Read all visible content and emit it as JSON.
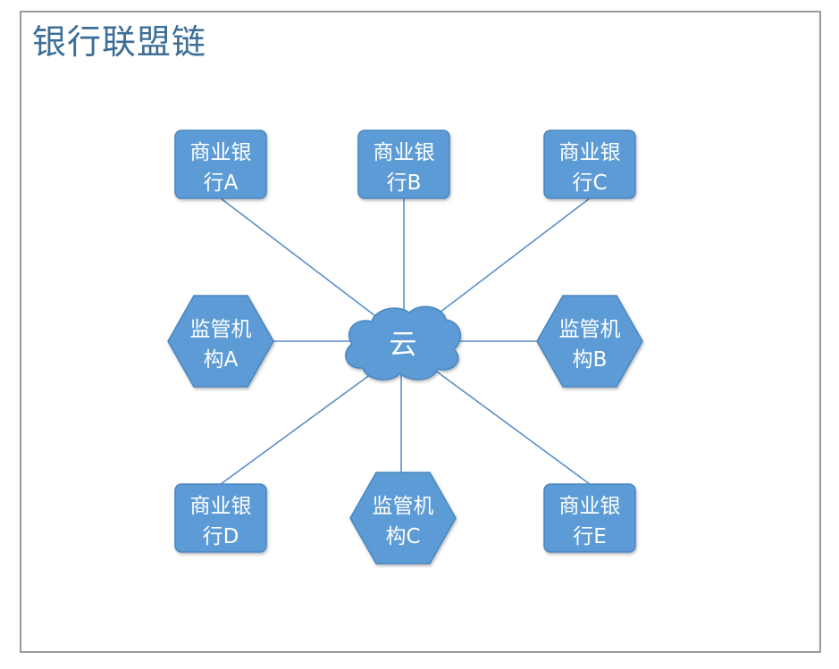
{
  "title": "银行联盟链",
  "center": {
    "label": "云"
  },
  "nodes": [
    {
      "id": "bank-a",
      "shape": "rect",
      "line1": "商业银",
      "line2": "行A"
    },
    {
      "id": "bank-b",
      "shape": "rect",
      "line1": "商业银",
      "line2": "行B"
    },
    {
      "id": "bank-c",
      "shape": "rect",
      "line1": "商业银",
      "line2": "行C"
    },
    {
      "id": "regulator-a",
      "shape": "hexagon",
      "line1": "监管机",
      "line2": "构A"
    },
    {
      "id": "regulator-b",
      "shape": "hexagon",
      "line1": "监管机",
      "line2": "构B"
    },
    {
      "id": "bank-d",
      "shape": "rect",
      "line1": "商业银",
      "line2": "行D"
    },
    {
      "id": "regulator-c",
      "shape": "hexagon",
      "line1": "监管机",
      "line2": "构C"
    },
    {
      "id": "bank-e",
      "shape": "rect",
      "line1": "商业银",
      "line2": "行E"
    }
  ],
  "colors": {
    "node_fill": "#5b9bd5",
    "node_stroke": "#4a86bf",
    "connector": "#5b8fc8",
    "title": "#3d6e97",
    "frame": "#9a9a9a"
  }
}
